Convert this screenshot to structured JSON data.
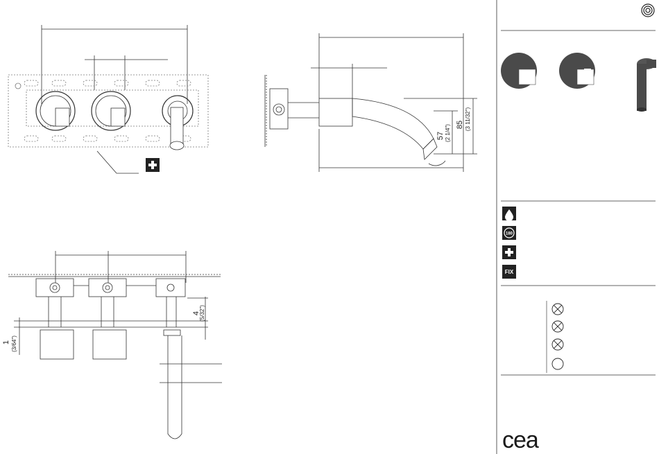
{
  "dimensions": {
    "spout_height_main": "57",
    "spout_height_sub": "(2 1/4\")",
    "total_height_main": "85",
    "total_height_sub": "(3 11/32\")",
    "wall_gap_main": "4",
    "wall_gap_sub": "(5/32\")",
    "plate_thickness_main": "1",
    "plate_thickness_sub": "(3/64\")"
  },
  "sidebar": {
    "icons": [
      {
        "name": "water-drop-icon"
      },
      {
        "name": "rotation-180-icon",
        "label": "180"
      },
      {
        "name": "plus-icon"
      },
      {
        "name": "fix-icon",
        "label": "FIX"
      }
    ],
    "compatibility_marks": [
      "crossed",
      "crossed",
      "crossed",
      "open"
    ],
    "logo": "cea"
  },
  "colors": {
    "finish": "#4a4a4a",
    "line": "#333333"
  }
}
